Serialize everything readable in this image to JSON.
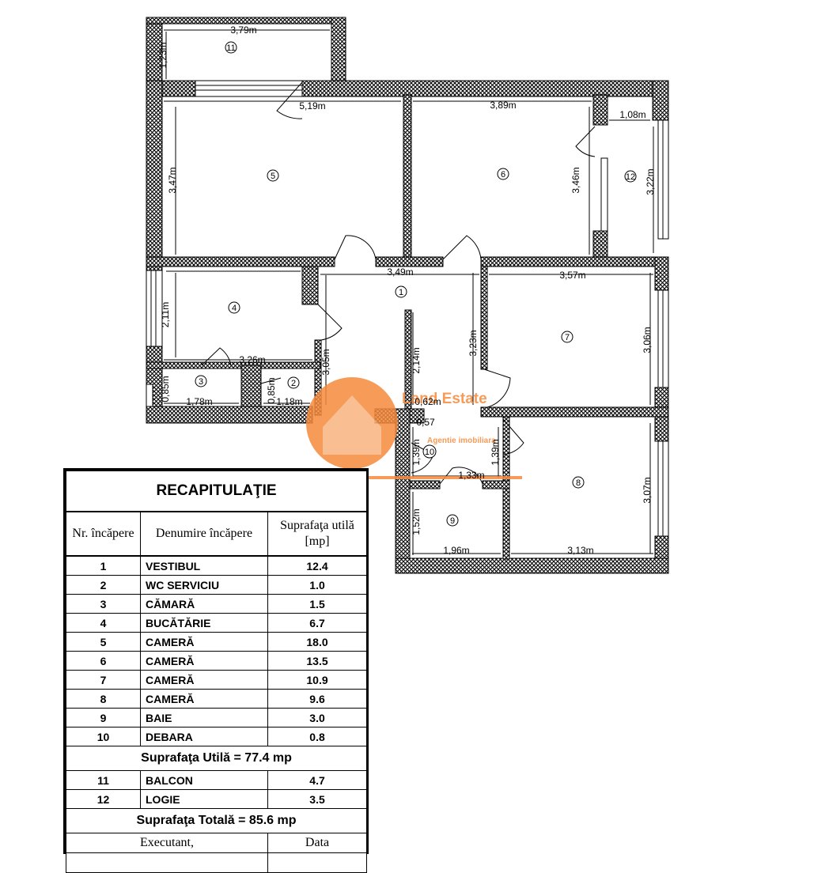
{
  "plan": {
    "dimensions": {
      "d_379": "3,79m",
      "d_123": "1,23m",
      "d_519": "5,19m",
      "d_389": "3,89m",
      "d_108": "1,08m",
      "d_347": "3,47m",
      "d_346": "3,46m",
      "d_322": "3,22m",
      "d_349": "3,49m",
      "d_357": "3,57m",
      "d_211": "2,11m",
      "d_326": "3,26m",
      "d_305": "3,05m",
      "d_214": "2,14m",
      "d_323": "3,23m",
      "d_306": "3,06m",
      "d_085a": "0,85m",
      "d_178": "1,78m",
      "d_085b": "0,85m",
      "d_118": "1,18m",
      "d_062": "0,62m",
      "d_057": "0,57",
      "d_139a": "1,39m",
      "d_139b": "1,39m",
      "d_133": "1,33m",
      "d_307": "3,07m",
      "d_152": "1,52m",
      "d_196": "1,96m",
      "d_313": "3,13m"
    },
    "room_numbers": {
      "r1": "1",
      "r2": "2",
      "r3": "3",
      "r4": "4",
      "r5": "5",
      "r6": "6",
      "r7": "7",
      "r8": "8",
      "r9": "9",
      "r10": "10",
      "r11": "11",
      "r12": "12"
    },
    "watermark": {
      "line1": "Land Estate",
      "line2": "Agentie imobiliara",
      "color": "#f58a3c"
    }
  },
  "recap": {
    "title": "RECAPITULAŢIE",
    "headers": {
      "nr": "Nr. încăpere",
      "name": "Denumire încăpere",
      "area": "Suprafaţa utilă [mp]"
    },
    "rooms": [
      {
        "nr": "1",
        "name": "VESTIBUL",
        "area": "12.4"
      },
      {
        "nr": "2",
        "name": "WC SERVICIU",
        "area": "1.0"
      },
      {
        "nr": "3",
        "name": "CĂMARĂ",
        "area": "1.5"
      },
      {
        "nr": "4",
        "name": "BUCĂTĂRIE",
        "area": "6.7"
      },
      {
        "nr": "5",
        "name": "CAMERĂ",
        "area": "18.0"
      },
      {
        "nr": "6",
        "name": "CAMERĂ",
        "area": "13.5"
      },
      {
        "nr": "7",
        "name": "CAMERĂ",
        "area": "10.9"
      },
      {
        "nr": "8",
        "name": "CAMERĂ",
        "area": "9.6"
      },
      {
        "nr": "9",
        "name": "BAIE",
        "area": "3.0"
      },
      {
        "nr": "10",
        "name": "DEBARA",
        "area": "0.8"
      }
    ],
    "useful_total": "Suprafaţa Utilă = 77.4 mp",
    "extras": [
      {
        "nr": "11",
        "name": "BALCON",
        "area": "4.7"
      },
      {
        "nr": "12",
        "name": "LOGIE",
        "area": "3.5"
      }
    ],
    "grand_total": "Suprafaţa Totală = 85.6 mp",
    "footer": {
      "executant": "Executant,",
      "date": "Data"
    }
  }
}
